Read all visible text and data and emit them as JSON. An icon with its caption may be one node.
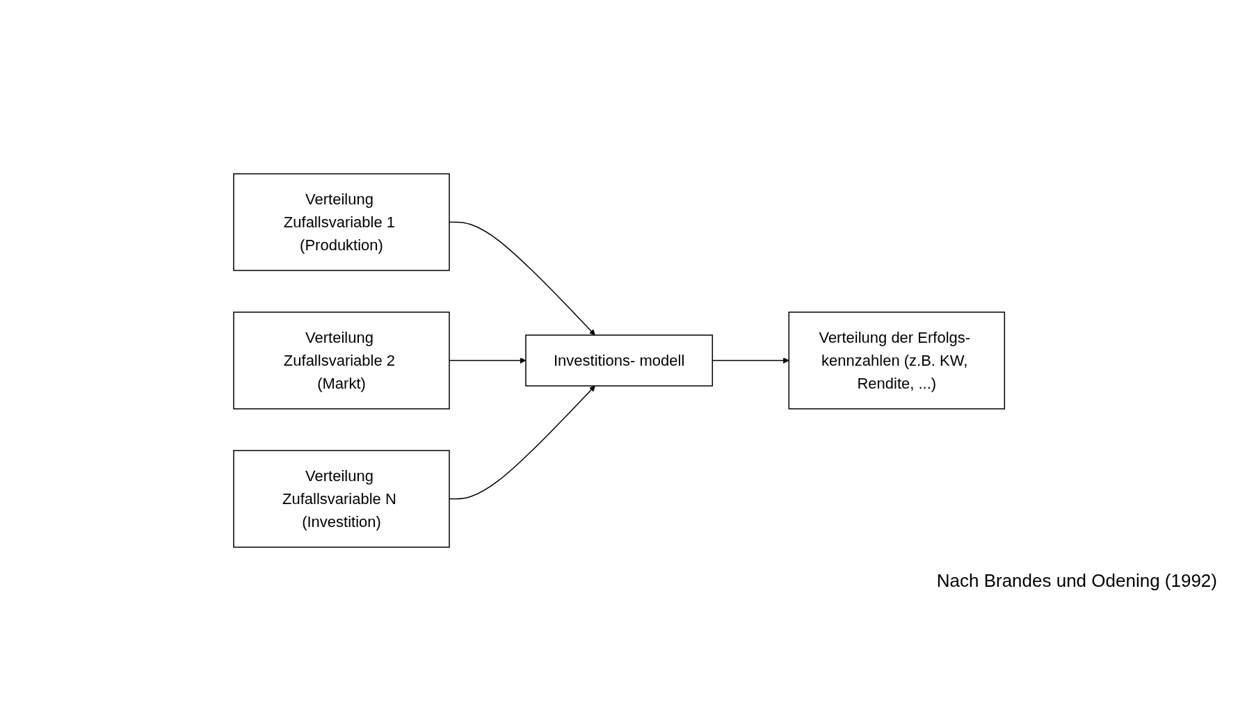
{
  "diagram": {
    "nodes": [
      {
        "text": [
          "Verteilung Zufallsvariable 1 (Produktion)"
        ]
      },
      {
        "text": [
          "Verteilung Zufallsvariable 2 (Markt)"
        ]
      },
      {
        "text": [
          "Verteilung Zufallsvariable N (Investition)"
        ]
      },
      {
        "text": [
          "Investitions- modell"
        ]
      },
      {
        "text": [
          "Verteilung der Erfolgs- kennzahlen (z.B. KW, Rendite, ...)"
        ]
      }
    ],
    "edges": [
      {
        "from": 0,
        "to": 3,
        "arrow": "to"
      },
      {
        "from": 1,
        "to": 3,
        "arrow": "to"
      },
      {
        "from": 2,
        "to": 3,
        "arrow": "to"
      },
      {
        "from": 3,
        "to": 4,
        "arrow": "to"
      }
    ],
    "labels": [
      "Nach Brandes und Odening (1992)"
    ]
  }
}
